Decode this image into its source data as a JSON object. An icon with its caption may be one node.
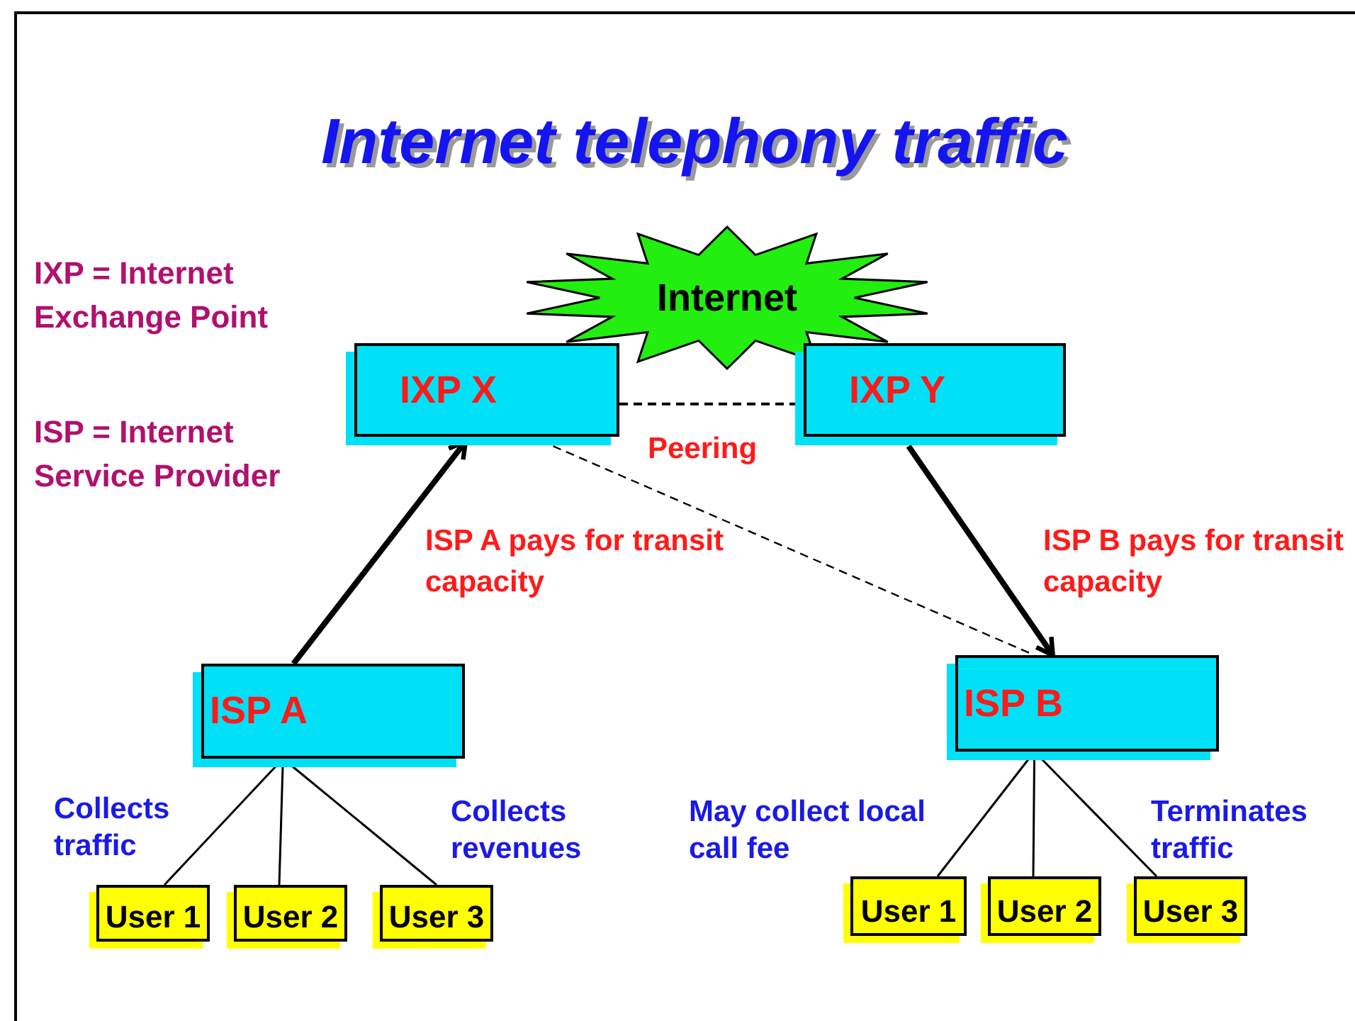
{
  "diagram": {
    "title": "Internet telephony traffic",
    "nodes": [
      {
        "text": [
          "Internet"
        ]
      },
      {
        "text": [
          "IXP X"
        ]
      },
      {
        "text": [
          "IXP Y"
        ]
      },
      {
        "text": [
          "ISP A"
        ]
      },
      {
        "text": [
          "ISP B"
        ]
      },
      {
        "text": [
          "User 1"
        ]
      },
      {
        "text": [
          "User 2"
        ]
      },
      {
        "text": [
          "User 3"
        ]
      },
      {
        "text": [
          "User 1"
        ]
      },
      {
        "text": [
          "User 2"
        ]
      },
      {
        "text": [
          "User 3"
        ]
      }
    ],
    "edges": [
      {
        "from": 1,
        "to": 2,
        "arrow": "none",
        "style": "dashed",
        "label": "Peering"
      },
      {
        "from": 3,
        "to": 1,
        "arrow": "to",
        "style": "thick"
      },
      {
        "from": 2,
        "to": 4,
        "arrow": "to",
        "style": "thick"
      },
      {
        "from": 1,
        "to": 4,
        "arrow": "none",
        "style": "dashed"
      },
      {
        "from": 3,
        "to": 5,
        "arrow": "none"
      },
      {
        "from": 3,
        "to": 6,
        "arrow": "none"
      },
      {
        "from": 3,
        "to": 7,
        "arrow": "none"
      },
      {
        "from": 4,
        "to": 8,
        "arrow": "none"
      },
      {
        "from": 4,
        "to": 9,
        "arrow": "none"
      },
      {
        "from": 4,
        "to": 10,
        "arrow": "none"
      }
    ],
    "labels": [
      "IXP = Internet Exchange Point",
      "ISP = Internet Service Provider",
      "ISP A pays for transit capacity",
      "ISP B pays for transit capacity",
      "Collects traffic",
      "Collects revenues",
      "May collect local call fee",
      "Terminates traffic"
    ]
  }
}
